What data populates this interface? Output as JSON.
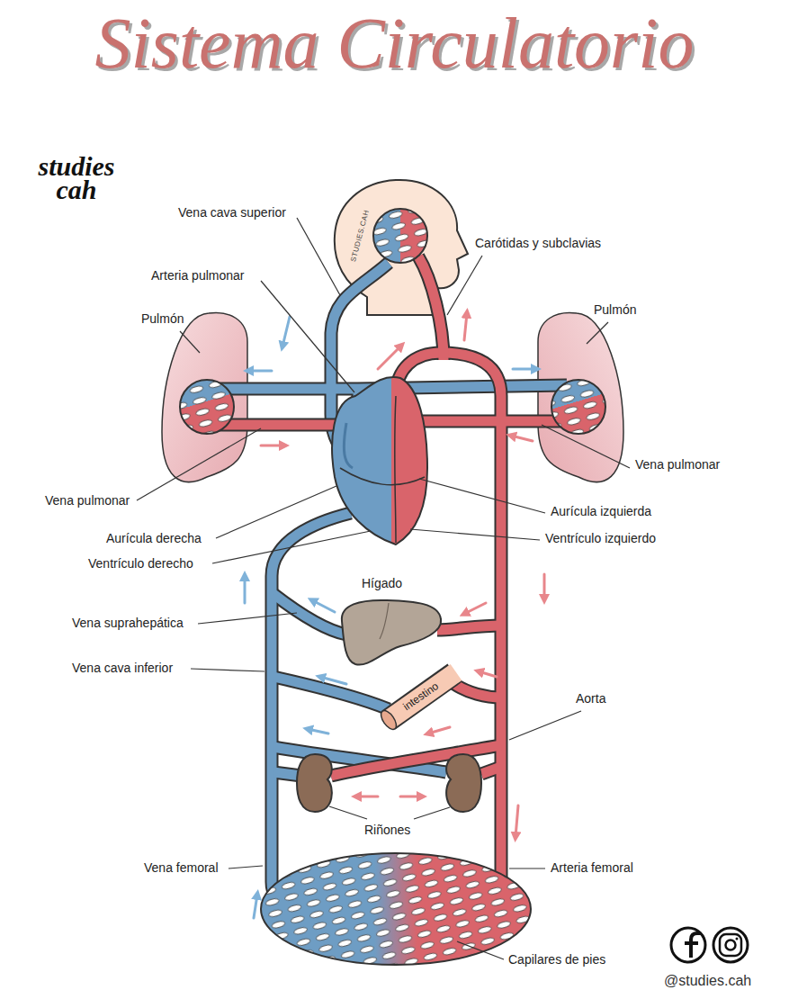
{
  "diagram": {
    "title": "Sistema Circulatorio",
    "labels": [
      "studies cah",
      "STUDIES.CAH",
      "Vena cava superior",
      "Carótidas y subclavias",
      "Arteria pulmonar",
      "Pulmón",
      "Pulmón",
      "Vena pulmonar",
      "Vena pulmonar",
      "Aurícula derecha",
      "Aurícula izquierda",
      "Ventrículo derecho",
      "Ventrículo izquierdo",
      "Hígado",
      "Vena suprahepática",
      "Vena cava inferior",
      "intestino",
      "Aorta",
      "Riñones",
      "Vena femoral",
      "Arteria femoral",
      "Capilares de pies",
      "@studies.cah"
    ]
  }
}
